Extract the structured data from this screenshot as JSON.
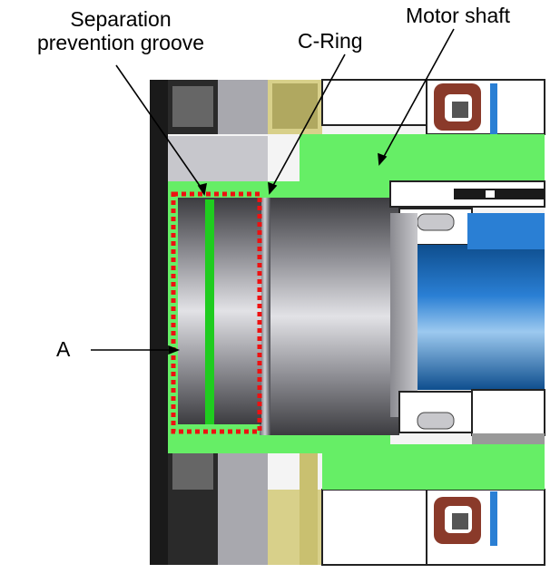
{
  "labels": {
    "separation_line1": "Separation",
    "separation_line2": "prevention groove",
    "c_ring": "C-Ring",
    "motor_shaft": "Motor shaft",
    "a": "A"
  },
  "colors": {
    "shaft_green": "#66ee66",
    "groove_green": "#1fcc1f",
    "dashed_box": "#ee1111",
    "bearing_blue": "#2a7fd4",
    "seal_red": "#8a3a2a",
    "housing_yellow": "#d8d08a"
  }
}
